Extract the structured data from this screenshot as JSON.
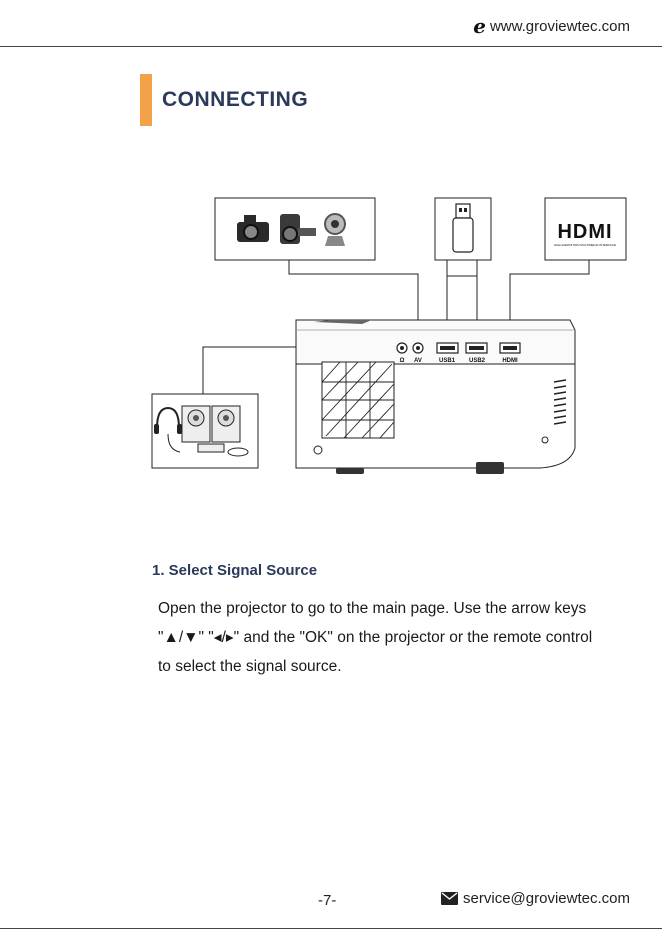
{
  "header": {
    "website": "www.groviewtec.com"
  },
  "section": {
    "title": "CONNECTING"
  },
  "ports": {
    "audio": "Ω",
    "av": "AV",
    "usb1": "USB1",
    "usb2": "USB2",
    "hdmi": "HDMI"
  },
  "hdmi_logo": {
    "text": "HDMI",
    "subtext": "HIGH-DEFINITION MULTIMEDIA INTERFACE"
  },
  "step": {
    "heading": "1. Select Signal Source",
    "body": "Open the projector to go to the main page. Use the arrow keys \"▲/▼\" \"◂/▸\" and the \"OK\" on the projector or the remote control to select the signal source."
  },
  "footer": {
    "page": "-7-",
    "email": "service@groviewtec.com"
  },
  "colors": {
    "accent": "#f4a24a",
    "heading": "#2b3a5a"
  }
}
